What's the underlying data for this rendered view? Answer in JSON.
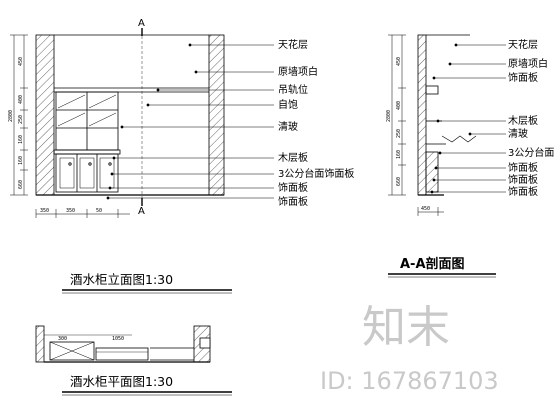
{
  "elevation": {
    "title": "酒水柜立面图1:30",
    "section_mark": "A",
    "labels": [
      "天花层",
      "原墙项白",
      "吊轨位",
      "自饱",
      "清玻",
      "木层板",
      "3公分台面饰面板",
      "饰面板",
      "饰面板"
    ],
    "dims_left": [
      "450",
      "400",
      "250",
      "160",
      "160",
      "660"
    ],
    "dims_overall": "2800",
    "dims_bottom": [
      "350",
      "350",
      "50"
    ]
  },
  "section": {
    "title": "A-A剖面图",
    "labels": [
      "天花层",
      "原墙项白",
      "饰面板",
      "木层板",
      "清玻",
      "3公分台面",
      "饰面板",
      "饰面板",
      "饰面板"
    ],
    "dims_left": [
      "450",
      "400",
      "250",
      "160",
      "660"
    ],
    "dims_overall": "2800",
    "dims_bottom": [
      "450"
    ]
  },
  "plan": {
    "title": "酒水柜平面图1:30",
    "dims_top": [
      "300",
      "1050"
    ]
  },
  "watermark": {
    "logo_text": "知末",
    "id_text": "ID: 167867103"
  }
}
